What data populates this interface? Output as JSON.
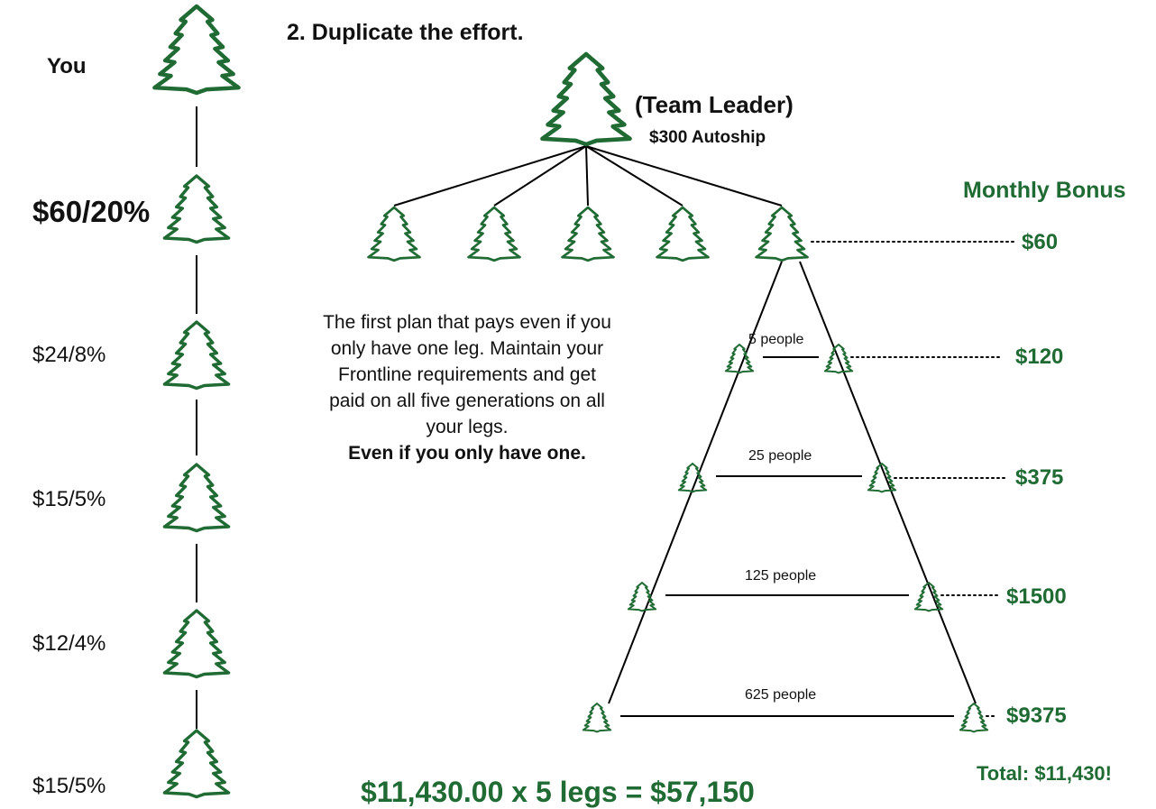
{
  "colors": {
    "tree": "#1f6b33",
    "line": "#000000",
    "text": "#111111",
    "accent": "#1f6b33"
  },
  "heading": {
    "step": "2. Duplicate the effort."
  },
  "left_column": {
    "you": "You",
    "levels": [
      "$60/20%",
      "$24/8%",
      "$15/5%",
      "$12/4%",
      "$15/5%"
    ]
  },
  "team_leader": {
    "title": "(Team Leader)",
    "autoship": "$300 Autoship"
  },
  "monthly_bonus": {
    "header": "Monthly Bonus",
    "amounts": [
      "$60",
      "$120",
      "$375",
      "$1500",
      "$9375"
    ],
    "total": "Total: $11,430!"
  },
  "generations": [
    "5 people",
    "25 people",
    "125 people",
    "625 people"
  ],
  "note": {
    "lines": [
      "The first plan that pays even if you",
      "only have one leg.  Maintain your",
      "Frontline requirements and get",
      "paid on all five generations on all",
      "your legs."
    ],
    "emphasis": "Even if you only have one."
  },
  "footer": {
    "summary": "$11,430.00 x 5 legs = $57,150"
  }
}
